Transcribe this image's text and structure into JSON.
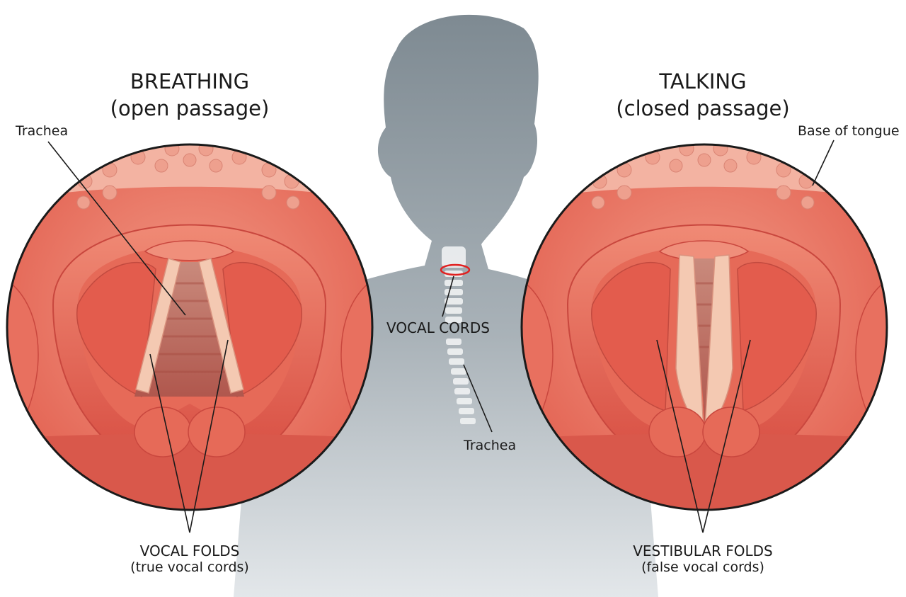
{
  "left_panel": {
    "title": "BREATHING",
    "subtitle": "(open passage)",
    "label_trachea": "Trachea",
    "label_folds": "VOCAL FOLDS",
    "label_folds_sub": "(true vocal cords)"
  },
  "right_panel": {
    "title": "TALKING",
    "subtitle": "(closed passage)",
    "label_tongue": "Base of tongue",
    "label_folds": "VESTIBULAR FOLDS",
    "label_folds_sub": "(false vocal cords)"
  },
  "center": {
    "label_vocal_cords": "VOCAL CORDS",
    "label_trachea": "Trachea"
  },
  "colors": {
    "silhouette": "#8f9aa2",
    "tissue": "#e8705f",
    "tissue_light": "#f2a08c",
    "tissue_dark": "#c9473e",
    "cord": "#f4c9b2",
    "outline": "#1a1a1a",
    "marker": "#e02020"
  }
}
